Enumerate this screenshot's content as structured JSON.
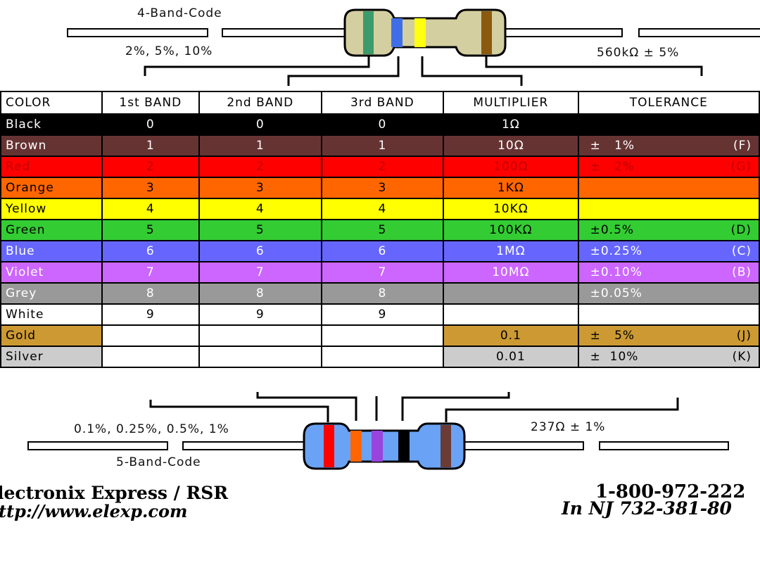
{
  "labels": {
    "four_band_title": "4-Band-Code",
    "four_band_tolerances": "2%, 5%, 10%",
    "four_band_example": "560kΩ ± 5%",
    "five_band_title": "5-Band-Code",
    "five_band_tolerances": "0.1%, 0.25%, 0.5%, 1%",
    "five_band_example": "237Ω ± 1%"
  },
  "four_band_resistor": {
    "body_color": "#d4cfa0",
    "bands": [
      "#3b9b6c",
      "#3f6ee8",
      "#ffff10",
      "#8b5a10"
    ]
  },
  "five_band_resistor": {
    "body_color": "#6aa3f5",
    "bands": [
      "#ff0000",
      "#ff6600",
      "#9944dd",
      "#000000",
      "#6b3b35"
    ]
  },
  "table": {
    "headers": [
      "COLOR",
      "1st BAND",
      "2nd BAND",
      "3rd BAND",
      "MULTIPLIER",
      "TOLERANCE"
    ],
    "rows": [
      {
        "color": "Black",
        "bg": "#000000",
        "fg": "#ffffff",
        "b1": "0",
        "b2": "0",
        "b3": "0",
        "mult": "1Ω",
        "tol": "",
        "code": ""
      },
      {
        "color": "Brown",
        "bg": "#663333",
        "fg": "#ffffff",
        "b1": "1",
        "b2": "1",
        "b3": "1",
        "mult": "10Ω",
        "tol": "±   1%",
        "code": "(F)"
      },
      {
        "color": "Red",
        "bg": "#ff0000",
        "fg": "#c00000",
        "b1": "2",
        "b2": "2",
        "b3": "2",
        "mult": "100Ω",
        "tol": "±   2%",
        "code": "(G)"
      },
      {
        "color": "Orange",
        "bg": "#ff6600",
        "fg": "#000000",
        "b1": "3",
        "b2": "3",
        "b3": "3",
        "mult": "1KΩ",
        "tol": "",
        "code": ""
      },
      {
        "color": "Yellow",
        "bg": "#ffff00",
        "fg": "#000000",
        "b1": "4",
        "b2": "4",
        "b3": "4",
        "mult": "10KΩ",
        "tol": "",
        "code": ""
      },
      {
        "color": "Green",
        "bg": "#33cc33",
        "fg": "#000000",
        "b1": "5",
        "b2": "5",
        "b3": "5",
        "mult": "100KΩ",
        "tol": "±0.5%",
        "code": "(D)"
      },
      {
        "color": "Blue",
        "bg": "#6666ff",
        "fg": "#ffffff",
        "b1": "6",
        "b2": "6",
        "b3": "6",
        "mult": "1MΩ",
        "tol": "±0.25%",
        "code": "(C)"
      },
      {
        "color": "Violet",
        "bg": "#cc66ff",
        "fg": "#ffffff",
        "b1": "7",
        "b2": "7",
        "b3": "7",
        "mult": "10MΩ",
        "tol": "±0.10%",
        "code": "(B)"
      },
      {
        "color": "Grey",
        "bg": "#999999",
        "fg": "#ffffff",
        "b1": "8",
        "b2": "8",
        "b3": "8",
        "mult": "",
        "tol": "±0.05%",
        "code": ""
      },
      {
        "color": "White",
        "bg": "#ffffff",
        "fg": "#000000",
        "b1": "9",
        "b2": "9",
        "b3": "9",
        "mult": "",
        "tol": "",
        "code": ""
      },
      {
        "color": "Gold",
        "bg": "#cc9933",
        "fg": "#000000",
        "b1": "",
        "b2": "",
        "b3": "",
        "mult": "0.1",
        "tol": "±   5%",
        "code": "(J)"
      },
      {
        "color": "Silver",
        "bg": "#cccccc",
        "fg": "#000000",
        "b1": "",
        "b2": "",
        "b3": "",
        "mult": "0.01",
        "tol": "±  10%",
        "code": "(K)"
      }
    ]
  },
  "footer": {
    "company": "lectronix  Express / RSR",
    "website": "ttp://www.elexp.com",
    "phone": "1-800-972-222",
    "nj_phone": "In  NJ  732-381-80"
  }
}
